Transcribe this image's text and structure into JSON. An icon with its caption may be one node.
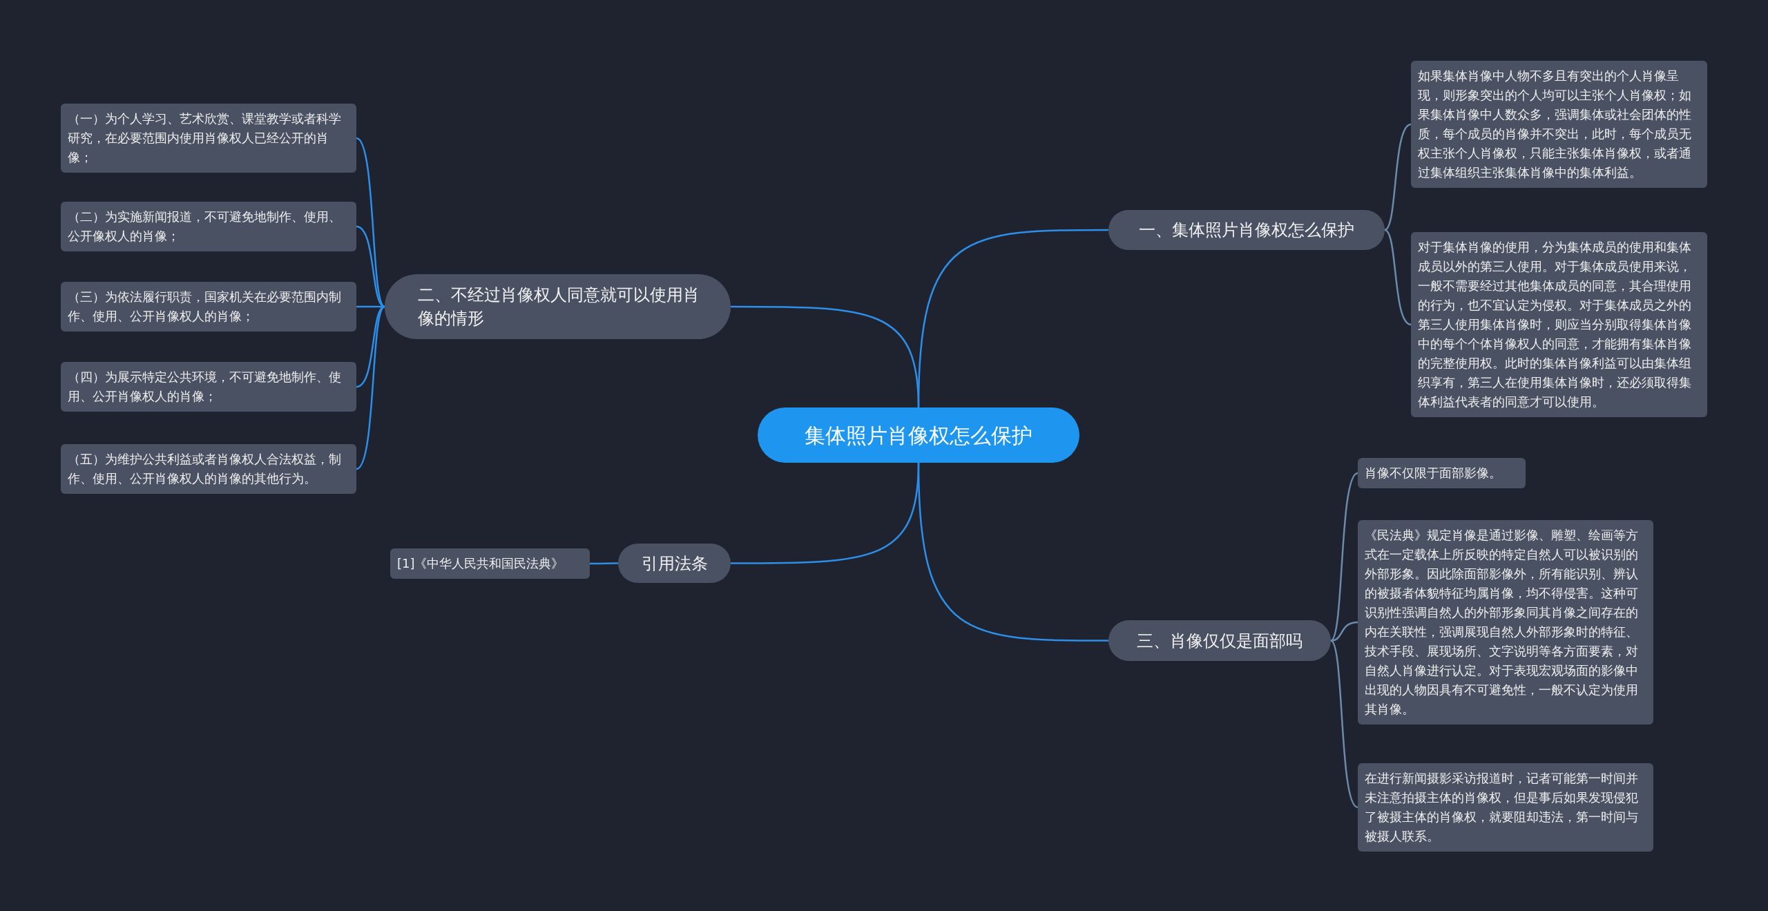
{
  "diagram": {
    "nodes": [
      {
        "text": [
          "集体照片肖像权怎么保护"
        ]
      },
      {
        "text": [
          "一、集体照片肖像权怎么保护"
        ]
      },
      {
        "text": [
          "如果集体肖像中人物不多且有突出的个人肖像呈现，则形象突出的个人均可以主张个人肖像权；如果集体肖像中人数众多，强调集体或社会团体的性质，每个成员的肖像并不突出，此时，每个成员无权主张个人肖像权，只能主张集体肖像权，或者通过集体组织主张集体肖像中的集体利益。"
        ]
      },
      {
        "text": [
          "对于集体肖像的使用，分为集体成员的使用和集体成员以外的第三人使用。对于集体成员使用来说，一般不需要经过其他集体成员的同意，其合理使用的行为，也不宜认定为侵权。对于集体成员之外的第三人使用集体肖像时，则应当分别取得集体肖像中的每个个体肖像权人的同意，才能拥有集体肖像的完整使用权。此时的集体肖像利益可以由集体组织享有，第三人在使用集体肖像时，还必须取得集体利益代表者的同意才可以使用。"
        ]
      },
      {
        "text": [
          "二、不经过肖像权人同意就可以使用肖像的情形"
        ]
      },
      {
        "text": [
          "（一）为个人学习、艺术欣赏、课堂教学或者科学研究，在必要范围内使用肖像权人已经公开的肖像；"
        ]
      },
      {
        "text": [
          "（二）为实施新闻报道，不可避免地制作、使用、公开像权人的肖像；"
        ]
      },
      {
        "text": [
          "（三）为依法履行职责，国家机关在必要范围内制作、使用、公开肖像权人的肖像；"
        ]
      },
      {
        "text": [
          "（四）为展示特定公共环境，不可避免地制作、使用、公开肖像权人的肖像；"
        ]
      },
      {
        "text": [
          "（五）为维护公共利益或者肖像权人合法权益，制作、使用、公开肖像权人的肖像的其他行为。"
        ]
      },
      {
        "text": [
          "引用法条"
        ]
      },
      {
        "text": [
          "[1]《中华人民共和国民法典》"
        ]
      },
      {
        "text": [
          "三、肖像仅仅是面部吗"
        ]
      },
      {
        "text": [
          "肖像不仅限于面部影像。"
        ]
      },
      {
        "text": [
          "《民法典》规定肖像是通过影像、雕塑、绘画等方式在一定载体上所反映的特定自然人可以被识别的外部形象。因此除面部影像外，所有能识别、辨认的被摄者体貌特征均属肖像，均不得侵害。这种可识别性强调自然人的外部形象同其肖像之间存在的内在关联性，强调展现自然人外部形象时的特征、技术手段、展现场所、文字说明等各方面要素，对自然人肖像进行认定。对于表现宏观场面的影像中出现的人物因具有不可避免性，一般不认定为使用其肖像。"
        ]
      },
      {
        "text": [
          "在进行新闻摄影采访报道时，记者可能第一时间并未注意拍摄主体的肖像权，但是事后如果发现侵犯了被摄主体的肖像权，就要阻却违法，第一时间与被摄人联系。"
        ]
      }
    ],
    "edges": [
      {
        "from": 0,
        "to": 1,
        "arrow": "none"
      },
      {
        "from": 1,
        "to": 2,
        "arrow": "none",
        "color": "#6b8bab"
      },
      {
        "from": 1,
        "to": 3,
        "arrow": "none",
        "color": "#6b8bab"
      },
      {
        "from": 0,
        "to": 4,
        "arrow": "none"
      },
      {
        "from": 4,
        "to": 5,
        "arrow": "none"
      },
      {
        "from": 4,
        "to": 6,
        "arrow": "none"
      },
      {
        "from": 4,
        "to": 7,
        "arrow": "none"
      },
      {
        "from": 4,
        "to": 8,
        "arrow": "none"
      },
      {
        "from": 4,
        "to": 9,
        "arrow": "none"
      },
      {
        "from": 0,
        "to": 10,
        "arrow": "none"
      },
      {
        "from": 10,
        "to": 11,
        "arrow": "none"
      },
      {
        "from": 0,
        "to": 12,
        "arrow": "none"
      },
      {
        "from": 12,
        "to": 13,
        "arrow": "none",
        "color": "#6b8bab"
      },
      {
        "from": 12,
        "to": 14,
        "arrow": "none",
        "color": "#6b8bab"
      },
      {
        "from": 12,
        "to": 15,
        "arrow": "none",
        "color": "#6b8bab"
      }
    ]
  }
}
